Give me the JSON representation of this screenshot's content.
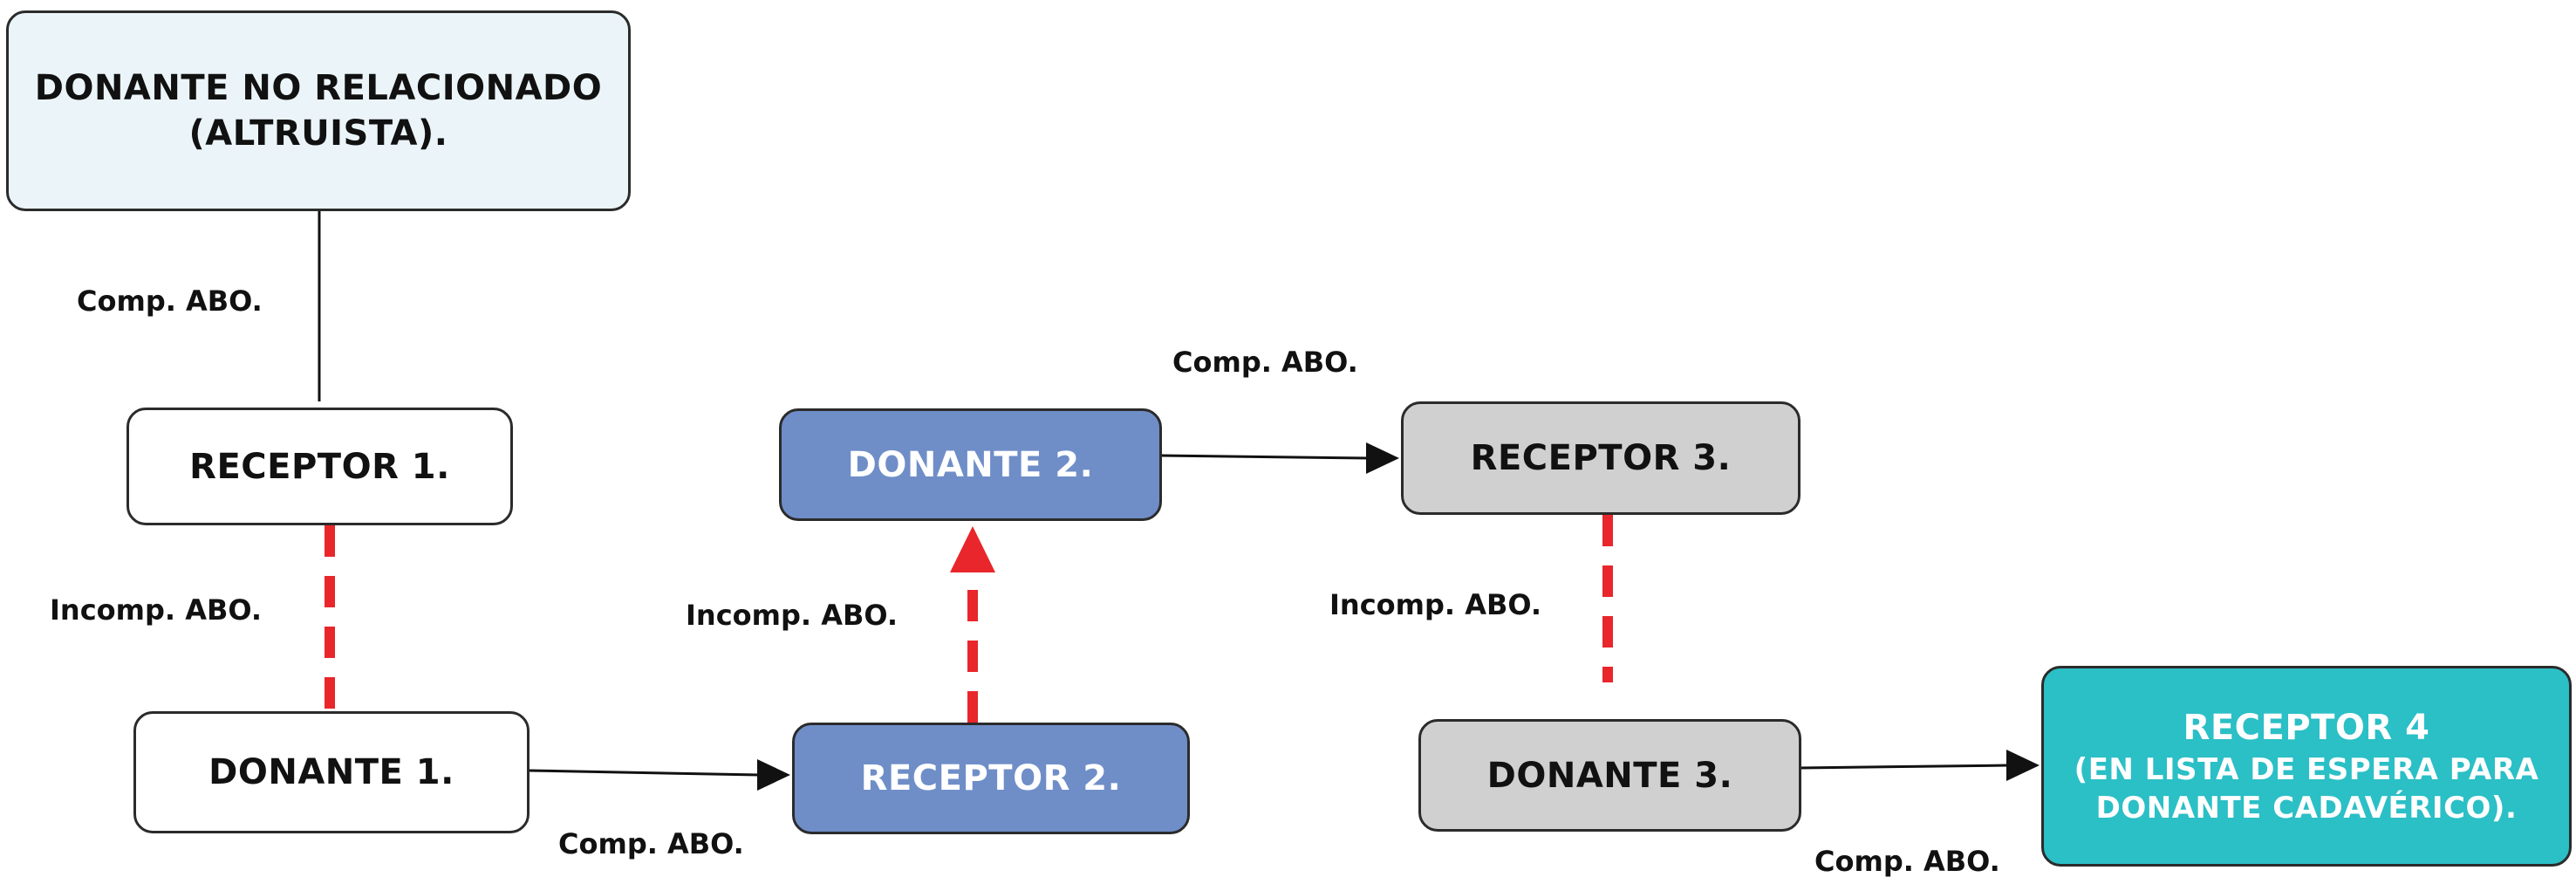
{
  "nodes": {
    "altruist_donor": {
      "line1": "DONANTE NO RELACIONADO",
      "line2": "(ALTRUISTA).",
      "fill": "#ebf5f9"
    },
    "receptor_1": {
      "label": "RECEPTOR 1.",
      "fill": "#ffffff"
    },
    "donante_1": {
      "label": "DONANTE 1.",
      "fill": "#ffffff"
    },
    "receptor_2": {
      "label": "RECEPTOR 2.",
      "fill": "#6f8ec8",
      "text_color": "#ffffff"
    },
    "donante_2": {
      "label": "DONANTE 2.",
      "fill": "#6f8ec8",
      "text_color": "#ffffff"
    },
    "receptor_3": {
      "label": "RECEPTOR 3.",
      "fill": "#d0d0d0"
    },
    "donante_3": {
      "label": "DONANTE 3.",
      "fill": "#d0d0d0"
    },
    "receptor_4": {
      "line1": "RECEPTOR 4",
      "line2": "(EN LISTA DE ESPERA PARA",
      "line3": "DONANTE CADAVÉRICO).",
      "fill": "#2bbfc6",
      "text_color": "#ffffff"
    }
  },
  "edge_labels": {
    "altruist_to_r1": "Comp. ABO.",
    "r1_d1": "Incomp. ABO.",
    "d1_to_r2": "Comp. ABO.",
    "r2_d2": "Incomp. ABO.",
    "d2_to_r3": "Comp. ABO.",
    "r3_d3": "Incomp. ABO.",
    "d3_to_r4": "Comp. ABO."
  },
  "colors": {
    "incompatible_link": "#e8262b",
    "compatible_link": "#111111",
    "node_border": "#2b2b2b"
  }
}
